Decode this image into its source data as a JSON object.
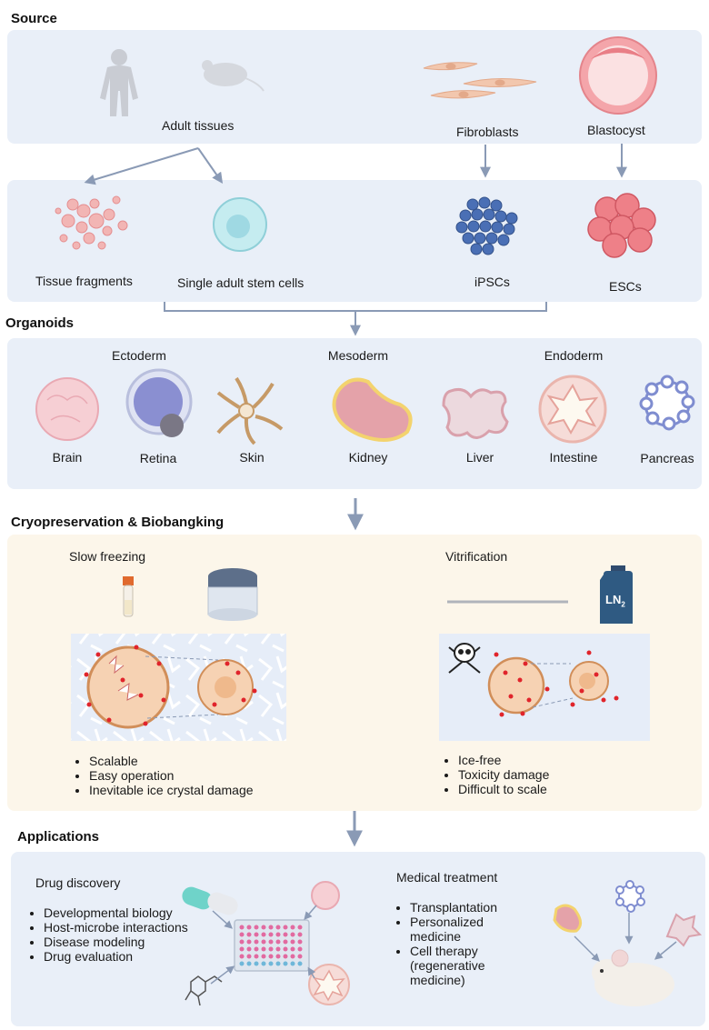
{
  "sections": {
    "source": "Source",
    "organoids": "Organoids",
    "cryo": "Cryopreservation & Biobangking",
    "applications": "Applications"
  },
  "source": {
    "adult_tissues": "Adult tissues",
    "fibroblasts": "Fibroblasts",
    "blastocyst": "Blastocyst",
    "tissue_fragments": "Tissue fragments",
    "single_adult_stem_cells": "Single adult stem cells",
    "ipscs": "iPSCs",
    "escs": "ESCs"
  },
  "organoids": {
    "germ_layers": [
      "Ectoderm",
      "Mesoderm",
      "Endoderm"
    ],
    "types": [
      "Brain",
      "Retina",
      "Skin",
      "Kidney",
      "Liver",
      "Intestine",
      "Pancreas"
    ]
  },
  "cryo": {
    "slow_freezing": {
      "title": "Slow freezing",
      "points": [
        "Scalable",
        "Easy operation",
        "Inevitable ice crystal damage"
      ]
    },
    "vitrification": {
      "title": "Vitrification",
      "ln2": "LN",
      "ln2_sub": "2",
      "points": [
        "Ice-free",
        "Toxicity damage",
        "Difficult to scale"
      ]
    }
  },
  "applications": {
    "drug_discovery": {
      "title": "Drug discovery",
      "points": [
        "Developmental biology",
        "Host-microbe interactions",
        "Disease modeling",
        "Drug evaluation"
      ]
    },
    "medical_treatment": {
      "title": "Medical treatment",
      "points": [
        "Transplantation",
        "Personalized medicine",
        "Cell therapy (regenerative medicine)"
      ]
    }
  },
  "colors": {
    "panel_blue": "#e9eff8",
    "panel_cream": "#fcf6ea",
    "arrow": "#8a9ab5",
    "cell_red": "#e05560",
    "ipsc_blue": "#4a6fb5"
  }
}
